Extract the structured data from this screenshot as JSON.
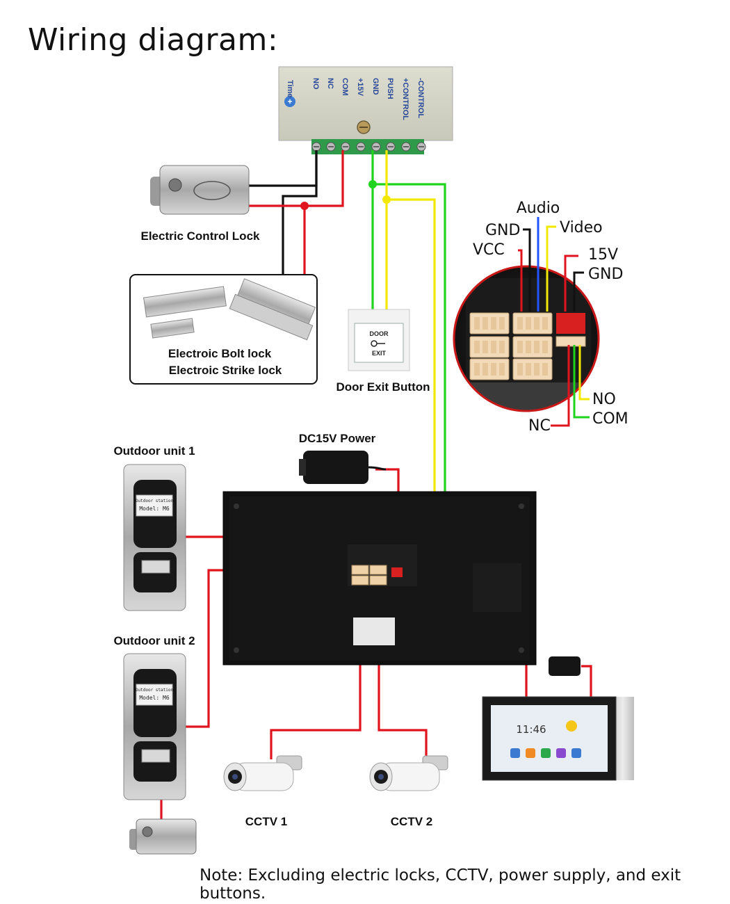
{
  "title": "Wiring diagram:",
  "note": "Note: Excluding electric locks, CCTV, power supply, and exit buttons.",
  "controller": {
    "terminals": [
      "NO",
      "NC",
      "COM",
      "+15V",
      "GND",
      "PUSH",
      "+CONTROL",
      "-CONTROL"
    ],
    "time_label": "Time"
  },
  "labels": {
    "electric_control_lock": "Electric Control Lock",
    "bolt_lock": "Electroic Bolt lock",
    "strike_lock": "Electroic Strike lock",
    "door_exit_button": "Door Exit Button",
    "dc_power": "DC15V Power",
    "outdoor_unit_1": "Outdoor unit 1",
    "outdoor_unit_2": "Outdoor unit 2",
    "cctv_1": "CCTV 1",
    "cctv_2": "CCTV 2"
  },
  "connector_pins": {
    "audio": "Audio",
    "gnd_top": "GND",
    "video": "Video",
    "vcc": "VCC",
    "v15": "15V",
    "gnd_power": "GND",
    "no": "NO",
    "com": "COM",
    "nc": "NC"
  },
  "exit_button_text": {
    "door": "DOOR",
    "exit": "EXIT"
  },
  "outdoor_unit_label": {
    "station": "Outdoor station",
    "model": "Model: M6"
  },
  "tablet": {
    "time": "11:46"
  },
  "colors": {
    "red_wire": "#e0141e",
    "black_wire": "#111111",
    "green_wire": "#1fd31f",
    "yellow_wire": "#f2e800"
  }
}
